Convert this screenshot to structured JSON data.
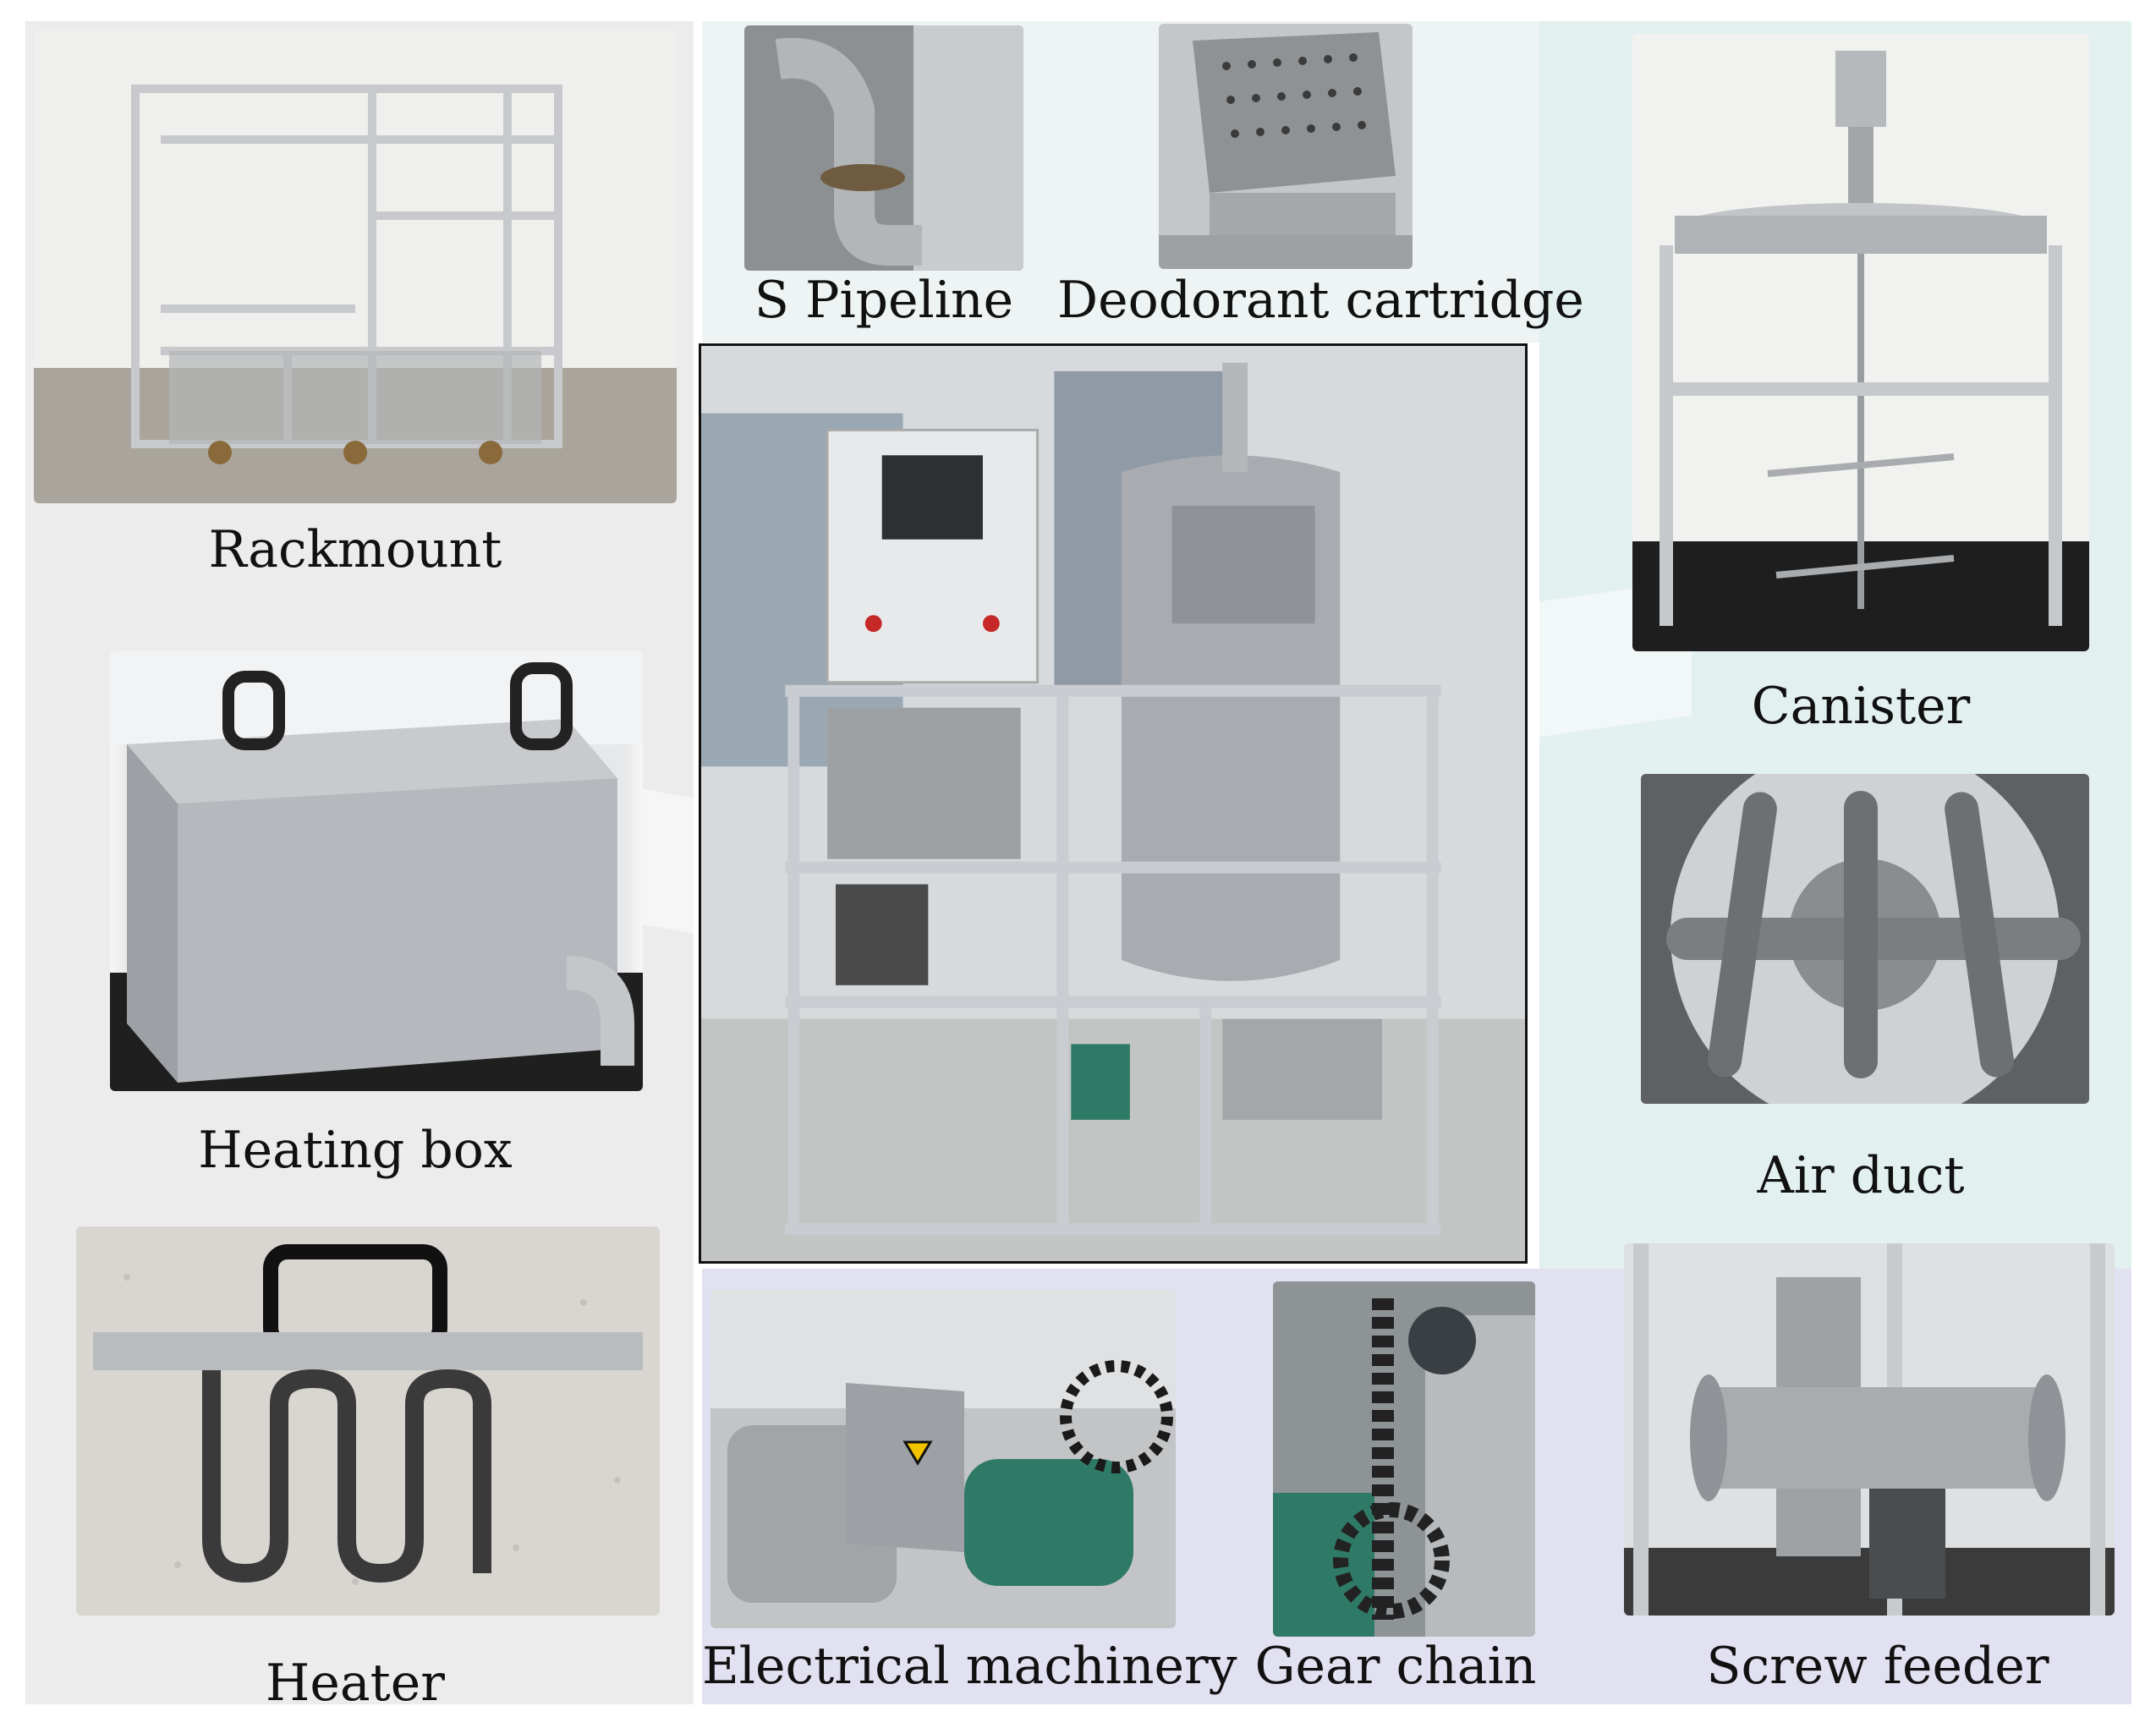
{
  "labels": {
    "rackmount": "Rackmount",
    "heating_box": "Heating box",
    "heater": "Heater",
    "s_pipeline": "S Pipeline",
    "deodorant_cartridge": "Deodorant cartridge",
    "canister": "Canister",
    "air_duct": "Air duct",
    "electrical_machinery": "Electrical machinery",
    "gear_chain": "Gear chain",
    "screw_feeder": "Screw feeder"
  },
  "colors": {
    "steel": "#b9bcc0",
    "dark_steel": "#7d8186",
    "background_grey": "#ececec",
    "background_teal": "#e3f0f0",
    "background_lavender": "#e2e1f1",
    "motor_green": "#2f7a66"
  }
}
